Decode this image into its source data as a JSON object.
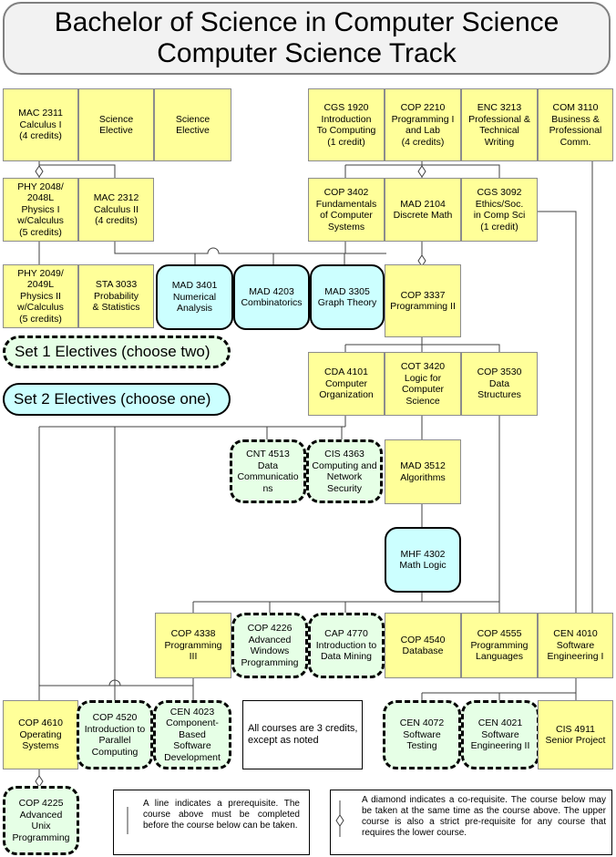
{
  "title": {
    "line1": "Bachelor of Science in Computer Science",
    "line2": "Computer Science Track"
  },
  "courses": {
    "mac2311": "MAC 2311\nCalculus I\n(4 credits)",
    "sci1": "Science\nElective",
    "sci2": "Science\nElective",
    "cgs1920": "CGS 1920\nIntroduction\nTo Computing\n(1 credit)",
    "cop2210": "COP 2210\nProgramming I\nand Lab\n(4 credits)",
    "enc3213": "ENC 3213\nProfessional &\nTechnical\nWriting",
    "com3110": "COM 3110\nBusiness &\nProfessional\nComm.",
    "phy2048": "PHY 2048/\n2048L\nPhysics I\nw/Calculus\n(5 credits)",
    "mac2312": "MAC 2312\nCalculus II\n(4 credits)",
    "cop3402": "COP 3402\nFundamentals\nof Computer\nSystems",
    "mad2104": "MAD 2104\nDiscrete Math",
    "cgs3092": "CGS 3092\nEthics/Soc.\nin Comp Sci\n(1 credit)",
    "phy2049": "PHY 2049/\n2049L\nPhysics II\nw/Calculus\n(5 credits)",
    "sta3033": "STA 3033\nProbability\n& Statistics",
    "mad3401": "MAD 3401\nNumerical\nAnalysis",
    "mad4203": "MAD 4203\nCombinatorics",
    "mad3305": "MAD 3305\nGraph Theory",
    "cop3337": "COP 3337\nProgramming II",
    "cda4101": "CDA 4101\nComputer\nOrganization",
    "cot3420": "COT 3420\nLogic for\nComputer\nScience",
    "cop3530": "COP 3530\nData\nStructures",
    "cnt4513": "CNT 4513\nData\nCommunicatio\nns",
    "cis4363": "CIS 4363\nComputing and\nNetwork\nSecurity",
    "mad3512": "MAD 3512\nAlgorithms",
    "mhf4302": "MHF 4302\nMath Logic",
    "cop4338": "COP 4338\nProgramming\nIII",
    "cop4226": "COP 4226\nAdvanced\nWindows\nProgramming",
    "cap4770": "CAP 4770\nIntroduction to\nData Mining",
    "cop4540": "COP 4540\nDatabase",
    "cop4555": "COP 4555\nProgramming\nLanguages",
    "cen4010": "CEN 4010\nSoftware\nEngineering I",
    "cop4610": "COP 4610\nOperating\nSystems",
    "cop4520": "COP 4520\nIntroduction to\nParallel\nComputing",
    "cen4023": "CEN 4023\nComponent-\nBased\nSoftware\nDevelopment",
    "cen4072": "CEN 4072\nSoftware\nTesting",
    "cen4021": "CEN 4021\nSoftware\nEngineering II",
    "cis4911": "CIS 4911\nSenior Project",
    "cop4225": "COP 4225\nAdvanced\nUnix\nProgramming"
  },
  "legend": {
    "set1": "Set 1 Electives (choose two)",
    "set2": "Set 2 Electives (choose one)"
  },
  "notes": {
    "credits": "All courses are 3 credits, except as noted",
    "line": "A line indicates a prerequisite. The course above must be completed before the course below can be taken.",
    "diamond": "A diamond indicates a co-requisite. The course below may be taken at the same time as the course above. The upper course is also a strict pre-requisite for any course that requires the lower course."
  },
  "colors": {
    "required": "#ffff99",
    "core_elective": "#ccffff",
    "set1_elective": "#e6ffe6",
    "line": "#404040"
  }
}
